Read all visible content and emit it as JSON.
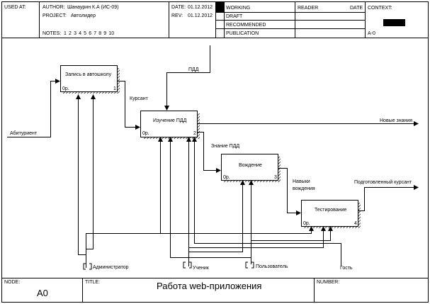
{
  "header": {
    "used_at_label": "USED AT:",
    "author_label": "AUTHOR:",
    "author_value": "Шанаурин К.А (ИС-09)",
    "project_label": "PROJECT:",
    "project_value": "Автолидер",
    "notes_label": "NOTES:",
    "notes_numbers": "1 2 3 4 5 6 7 8 9 10",
    "date_label": "DATE:",
    "date_value": "01.12.2012",
    "rev_label": "REV:",
    "rev_value": "01.12.2012",
    "status": [
      "WORKING",
      "DRAFT",
      "RECOMMENDED",
      "PUBLICATION"
    ],
    "reader_label": "READER",
    "reader_date_label": "DATE",
    "context_label": "CONTEXT:",
    "context_node": "A-0"
  },
  "diagram": {
    "boxes": [
      {
        "id": "A1",
        "title": "Запись в автошколу",
        "cost": "0р.",
        "number": "1"
      },
      {
        "id": "A2",
        "title": "Изучение ПДД",
        "cost": "0р.",
        "number": "2"
      },
      {
        "id": "A3",
        "title": "Вождение",
        "cost": "0р.",
        "number": "3"
      },
      {
        "id": "A4",
        "title": "Тестирование",
        "cost": "0р.",
        "number": "4"
      }
    ],
    "arrows": {
      "pdd": "ПДД",
      "abiturient": "Абитуриент",
      "kursant": "Курсант",
      "new_knowledge": "Новые знания",
      "pdd_knowledge": "Знание ПДД",
      "driving_skills_1": "Навыки",
      "driving_skills_2": "вождения",
      "trained_kursant": "Подготовленный курсант",
      "administrator": "Администратор",
      "student": "Ученик",
      "user": "Пользователь",
      "guest": "Гость"
    }
  },
  "footer": {
    "node_label": "NODE:",
    "node_value": "A0",
    "title_label": "TITLE:",
    "title_value": "Работа web-приложения",
    "number_label": "NUMBER:"
  }
}
